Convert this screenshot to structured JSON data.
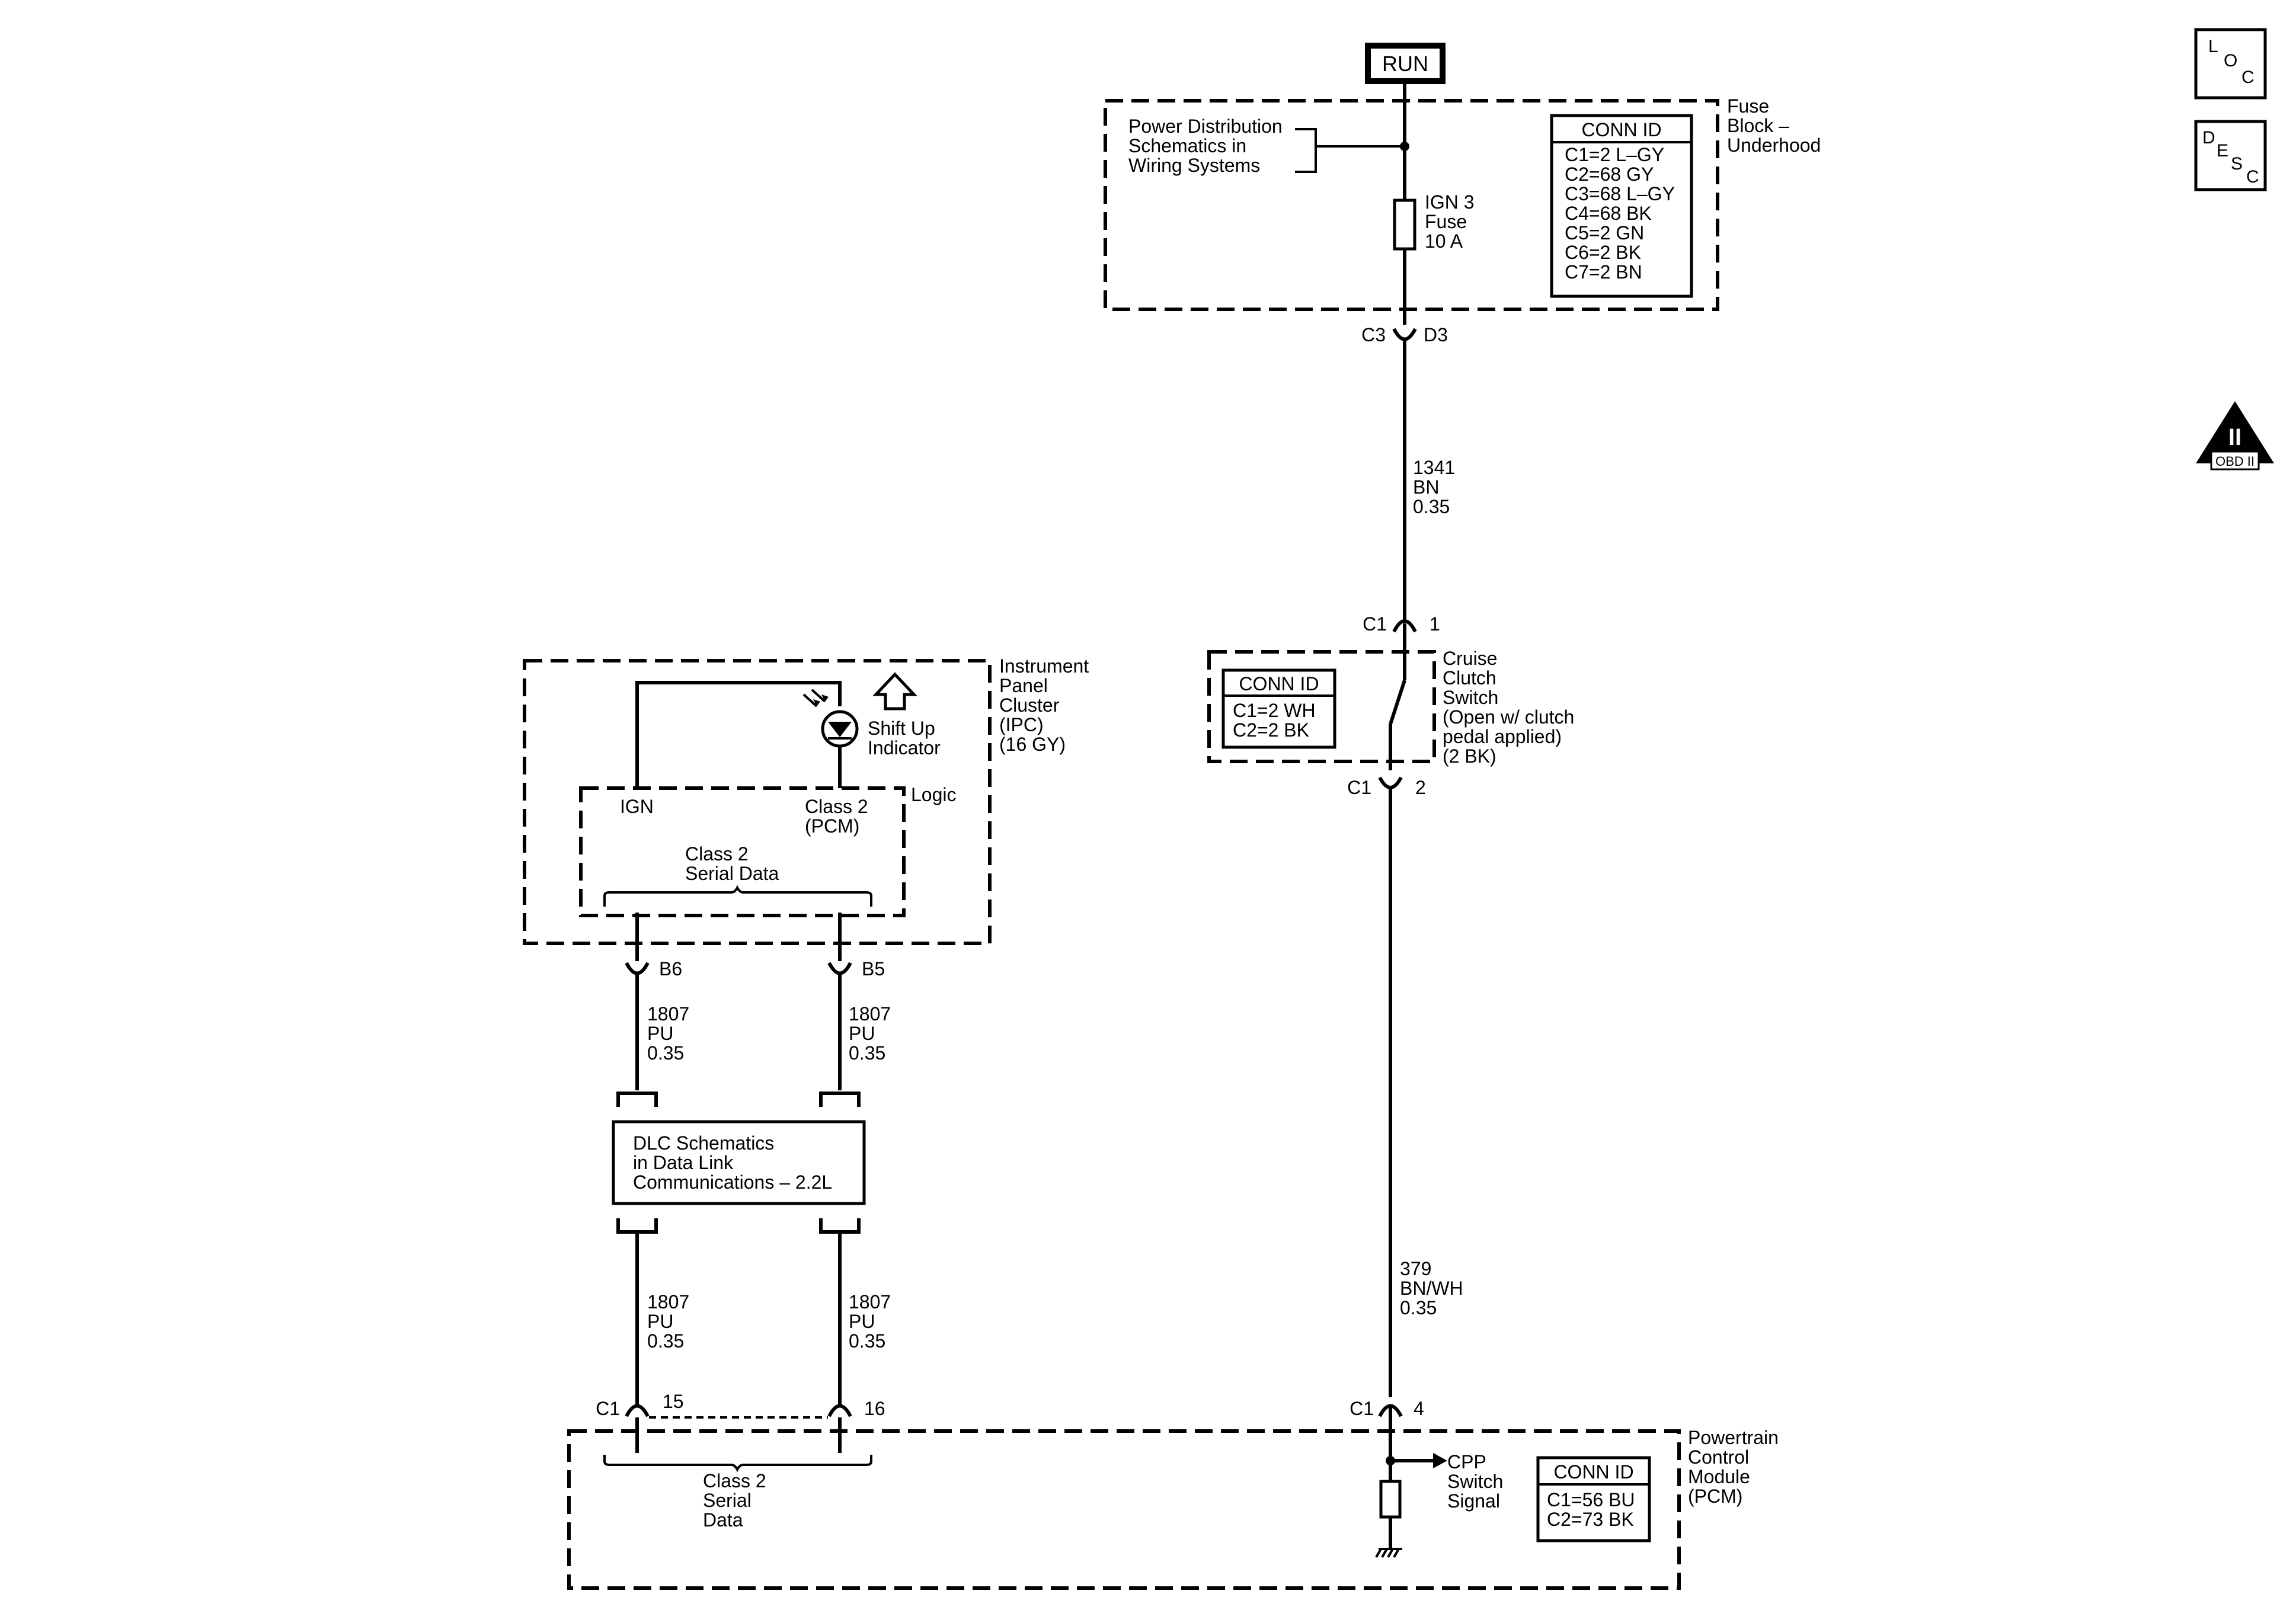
{
  "run_label": "RUN",
  "fuse_block": {
    "title_lines": [
      "Fuse",
      "Block –",
      "Underhood"
    ],
    "power_dist_lines": [
      "Power Distribution",
      "Schematics in",
      "Wiring Systems"
    ],
    "fuse_lines": [
      "IGN 3",
      "Fuse",
      "10 A"
    ],
    "conn_id_title": "CONN ID",
    "conn_id_lines": [
      "C1=2 L–GY",
      "C2=68 GY",
      "C3=68 L–GY",
      "C4=68 BK",
      "C5=2 GN",
      "C6=2 BK",
      "C7=2 BN"
    ],
    "connector_left": "C3",
    "connector_right": "D3"
  },
  "wire_1341": [
    "1341",
    "BN",
    "0.35"
  ],
  "cruise_switch": {
    "title_lines": [
      "Cruise",
      "Clutch",
      "Switch",
      "(Open w/ clutch",
      "pedal applied)",
      "(2 BK)"
    ],
    "conn_id_title": "CONN ID",
    "conn_id_lines": [
      "C1=2 WH",
      "C2=2 BK"
    ],
    "top_conn": "C1",
    "top_pin": "1",
    "bottom_conn": "C1",
    "bottom_pin": "2"
  },
  "wire_379": [
    "379",
    "BN/WH",
    "0.35"
  ],
  "ipc": {
    "title_lines": [
      "Instrument",
      "Panel",
      "Cluster",
      "(IPC)",
      "(16 GY)"
    ],
    "shift_up_lines": [
      "Shift Up",
      "Indicator"
    ],
    "logic_label": "Logic",
    "ign_label": "IGN",
    "class2_pcm_lines": [
      "Class 2",
      "(PCM)"
    ],
    "serial_data_lines": [
      "Class 2",
      "Serial Data"
    ],
    "pin_left": "B6",
    "pin_right": "B5"
  },
  "wires_upper": {
    "left": [
      "1807",
      "PU",
      "0.35"
    ],
    "right": [
      "1807",
      "PU",
      "0.35"
    ]
  },
  "dlc_lines": [
    "DLC Schematics",
    "in Data Link",
    "Communications – 2.2L"
  ],
  "wires_lower": {
    "left": [
      "1807",
      "PU",
      "0.35"
    ],
    "right": [
      "1807",
      "PU",
      "0.35"
    ]
  },
  "pcm": {
    "title_lines": [
      "Powertrain",
      "Control",
      "Module",
      "(PCM)"
    ],
    "conn_left": "C1",
    "pin_15": "15",
    "pin_16": "16",
    "conn_right": "C1",
    "pin_4": "4",
    "serial_data_lines": [
      "Class 2",
      "Serial",
      "Data"
    ],
    "cpp_lines": [
      "CPP",
      "Switch",
      "Signal"
    ],
    "conn_id_title": "CONN ID",
    "conn_id_lines": [
      "C1=56 BU",
      "C2=73 BK"
    ]
  },
  "badges": {
    "loc": [
      "L",
      "O",
      "C"
    ],
    "desc": [
      "D",
      "E",
      "S",
      "C"
    ],
    "obd_numeral": "II",
    "obd_label": "OBD II"
  }
}
